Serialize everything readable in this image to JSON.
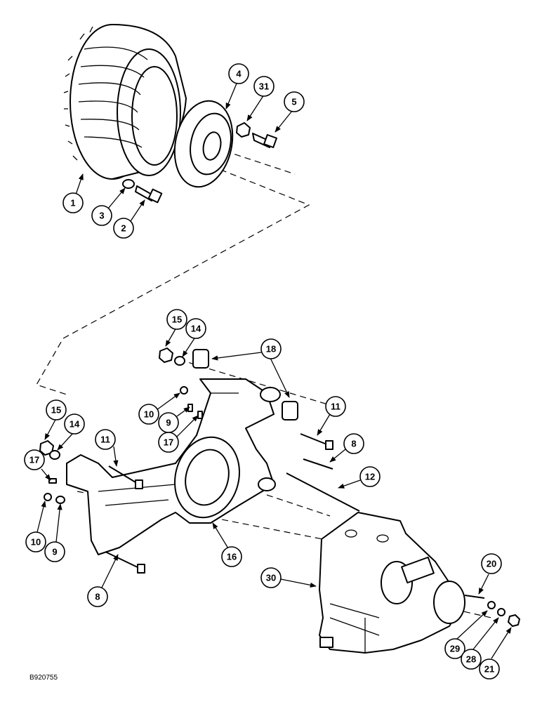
{
  "figure_id": "B920755",
  "callouts": [
    "1",
    "2",
    "3",
    "4",
    "31",
    "5",
    "15",
    "14",
    "18",
    "10",
    "9",
    "17",
    "11",
    "8",
    "15",
    "14",
    "17",
    "11",
    "12",
    "10",
    "9",
    "16",
    "8",
    "30",
    "20",
    "29",
    "28",
    "21"
  ]
}
